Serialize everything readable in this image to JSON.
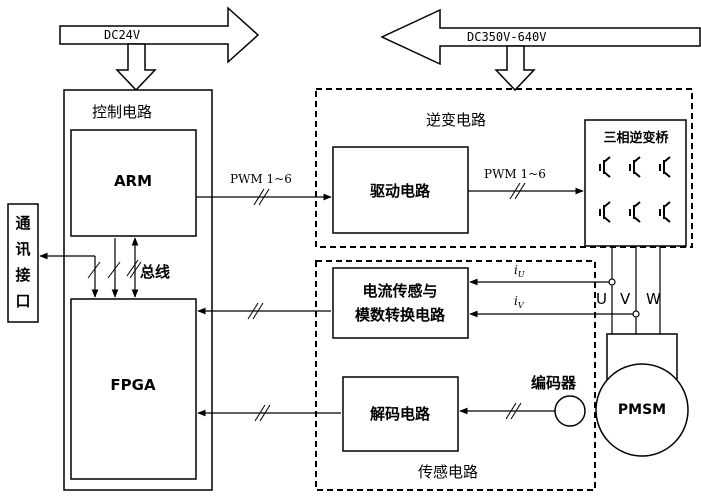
{
  "bus": {
    "dc24": "DC24V",
    "dc350": "DC350V-640V"
  },
  "control": {
    "title": "控制电路",
    "arm": "ARM",
    "fpga": "FPGA",
    "bus_label": "总线"
  },
  "comm": {
    "chars": [
      "通",
      "讯",
      "接",
      "口"
    ]
  },
  "inverter": {
    "title": "逆变电路",
    "driver": "驱动电路",
    "bridge": "三相逆变桥",
    "pwm_in": "PWM 1~6",
    "pwm_out": "PWM 1~6"
  },
  "sensing": {
    "title": "传感电路",
    "current_line1": "电流传感与",
    "current_line2": "模数转换电路",
    "decoder": "解码电路",
    "iu": "i",
    "iu_sub": "U",
    "iv": "i",
    "iv_sub": "V"
  },
  "motor": {
    "u": "U",
    "v": "V",
    "w": "W",
    "encoder": "编码器",
    "pmsm": "PMSM"
  }
}
